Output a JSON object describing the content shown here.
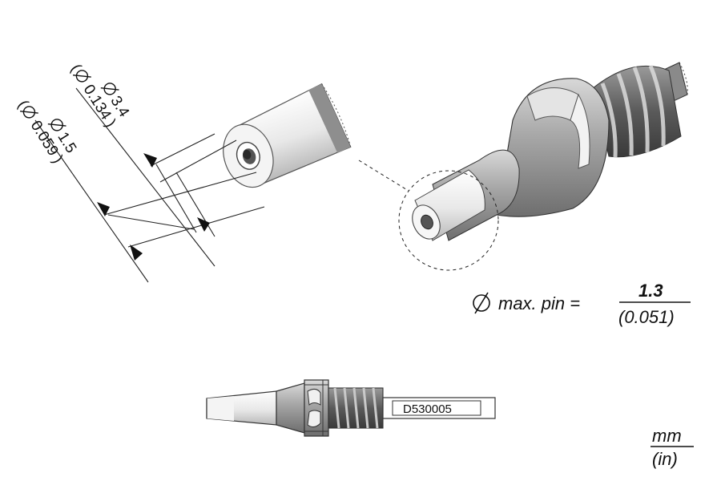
{
  "dimensions": {
    "outer": {
      "diameter_mm": "3.4",
      "diameter_in": "0.134"
    },
    "inner": {
      "diameter_mm": "1.5",
      "diameter_in": "0.059"
    }
  },
  "spec": {
    "label": "max. pin =",
    "value_mm": "1.3",
    "value_in": "(0.051)"
  },
  "part_number": "D530005",
  "units": {
    "top": "mm",
    "bottom": "(in)"
  },
  "symbols": {
    "diameter": "diameter-icon"
  }
}
